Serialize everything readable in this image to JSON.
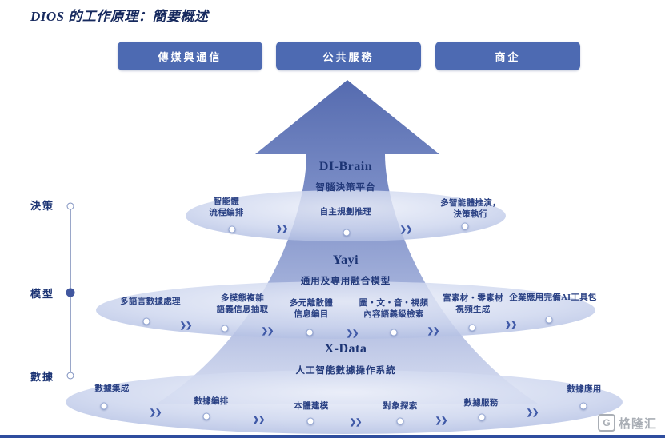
{
  "title": "DIOS 的工作原理：簡要概述",
  "industries": [
    "傳媒與通信",
    "公共服務",
    "商企"
  ],
  "side_labels": [
    "決策",
    "模型",
    "數據"
  ],
  "tiers": [
    {
      "name": "DI-Brain",
      "subtitle": "智腦決策平台",
      "items": [
        "智能體\n流程編排",
        "自主規劃推理",
        "多智能體推演，\n決策執行"
      ]
    },
    {
      "name": "Yayi",
      "subtitle": "通用及專用融合模型",
      "items": [
        "多語言數據處理",
        "多模態複雜\n語義信息抽取",
        "多元離散體\n信息編目",
        "圖・文・音・視頻\n內容語義級檢索",
        "富素材・零素材\n視頻生成",
        "企業應用完備AI工具包"
      ]
    },
    {
      "name": "X-Data",
      "subtitle": "人工智能數據操作系統",
      "items": [
        "數據集成",
        "數據編排",
        "本體建模",
        "對象探索",
        "數據服務",
        "數據應用"
      ]
    }
  ],
  "icons": {
    "flow_chevron": "❯❯",
    "watermark_logo": "G"
  },
  "watermark": {
    "text": "格隆汇"
  },
  "colors": {
    "button_blue": "#4d6ab2",
    "text_navy": "#1c3474",
    "arrow_top": "#4c63ab",
    "arrow_bottom": "#d9dff2",
    "ellipse_fill": "#c3cdeb",
    "bottom_line": "#2e4d9e"
  }
}
